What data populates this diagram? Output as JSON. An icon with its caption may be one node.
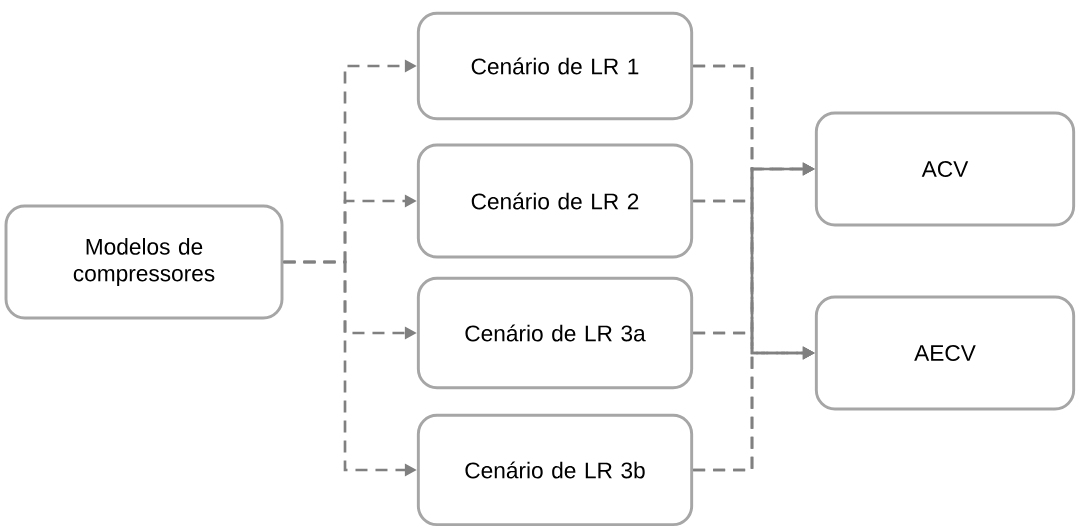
{
  "diagram": {
    "nodes": [
      {
        "text": [
          "Modelos de compressores"
        ]
      },
      {
        "text": [
          "Cenário de LR 1"
        ]
      },
      {
        "text": [
          "Cenário de LR 2"
        ]
      },
      {
        "text": [
          "Cenário de LR 3a"
        ]
      },
      {
        "text": [
          "Cenário de LR 3b"
        ]
      },
      {
        "text": [
          "ACV"
        ]
      },
      {
        "text": [
          "AECV"
        ]
      }
    ],
    "edges": [
      {
        "from": 0,
        "to": 1,
        "arrow": "to",
        "style": "dashed"
      },
      {
        "from": 0,
        "to": 2,
        "arrow": "to",
        "style": "dashed"
      },
      {
        "from": 0,
        "to": 3,
        "arrow": "to",
        "style": "dashed"
      },
      {
        "from": 0,
        "to": 4,
        "arrow": "to",
        "style": "dashed"
      },
      {
        "from": 1,
        "to": 5,
        "arrow": "to",
        "style": "dashed"
      },
      {
        "from": 2,
        "to": 5,
        "arrow": "to",
        "style": "dashed"
      },
      {
        "from": 3,
        "to": 5,
        "arrow": "to",
        "style": "dashed"
      },
      {
        "from": 4,
        "to": 5,
        "arrow": "to",
        "style": "dashed"
      },
      {
        "from": 1,
        "to": 6,
        "arrow": "to",
        "style": "dashed"
      },
      {
        "from": 2,
        "to": 6,
        "arrow": "to",
        "style": "dashed"
      },
      {
        "from": 3,
        "to": 6,
        "arrow": "to",
        "style": "dashed"
      },
      {
        "from": 4,
        "to": 6,
        "arrow": "to",
        "style": "dashed"
      }
    ]
  }
}
